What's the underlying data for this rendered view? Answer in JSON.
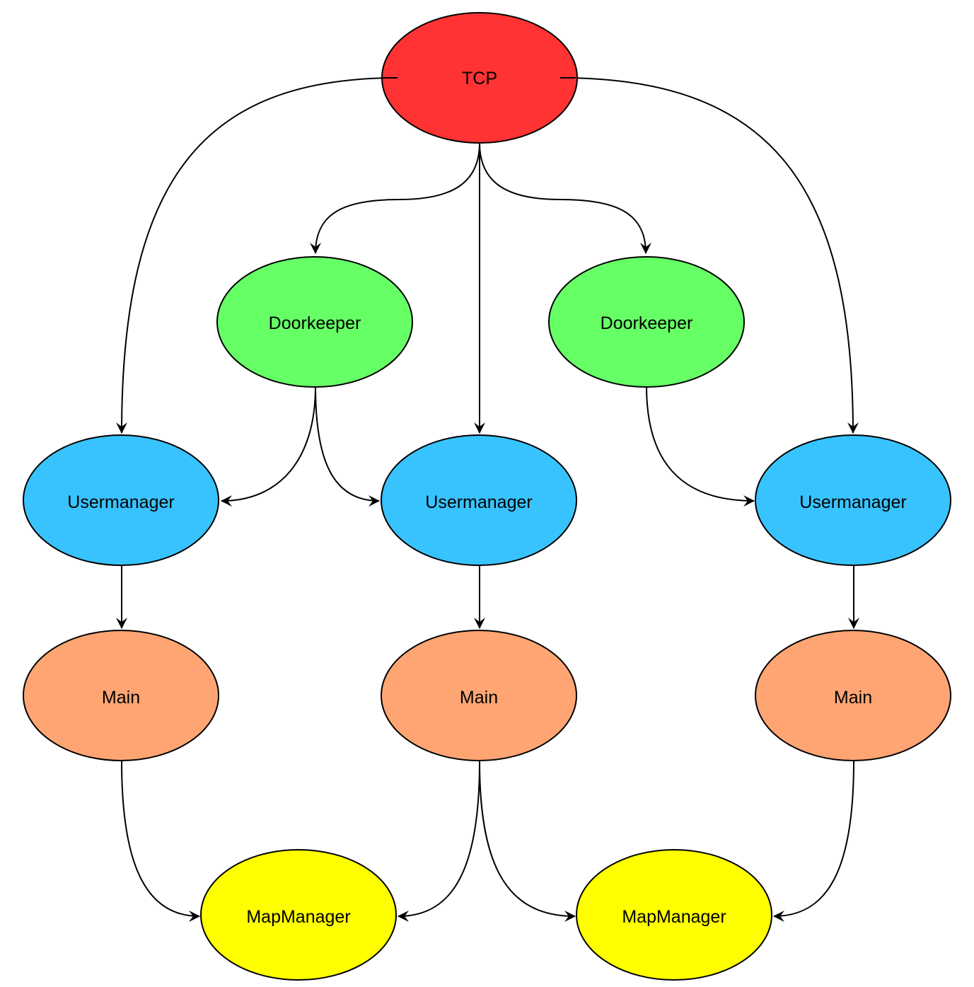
{
  "diagram": {
    "colors": {
      "tcp": "#ff3333",
      "doorkeeper": "#66ff66",
      "usermanager": "#38c3ff",
      "main": "#ffa574",
      "mapmanager": "#ffff00",
      "stroke": "#000000"
    },
    "nodes": {
      "tcp": {
        "label": "TCP",
        "color_key": "tcp"
      },
      "doorkeeper_1": {
        "label": "Doorkeeper",
        "color_key": "doorkeeper"
      },
      "doorkeeper_2": {
        "label": "Doorkeeper",
        "color_key": "doorkeeper"
      },
      "usermanager_1": {
        "label": "Usermanager",
        "color_key": "usermanager"
      },
      "usermanager_2": {
        "label": "Usermanager",
        "color_key": "usermanager"
      },
      "usermanager_3": {
        "label": "Usermanager",
        "color_key": "usermanager"
      },
      "main_1": {
        "label": "Main",
        "color_key": "main"
      },
      "main_2": {
        "label": "Main",
        "color_key": "main"
      },
      "main_3": {
        "label": "Main",
        "color_key": "main"
      },
      "mapmanager_1": {
        "label": "MapManager",
        "color_key": "mapmanager"
      },
      "mapmanager_2": {
        "label": "MapManager",
        "color_key": "mapmanager"
      }
    },
    "edges": [
      {
        "from": "tcp",
        "to": "usermanager_1"
      },
      {
        "from": "tcp",
        "to": "doorkeeper_1"
      },
      {
        "from": "tcp",
        "to": "usermanager_2"
      },
      {
        "from": "tcp",
        "to": "doorkeeper_2"
      },
      {
        "from": "tcp",
        "to": "usermanager_3"
      },
      {
        "from": "doorkeeper_1",
        "to": "usermanager_1"
      },
      {
        "from": "doorkeeper_1",
        "to": "usermanager_2"
      },
      {
        "from": "doorkeeper_2",
        "to": "usermanager_3"
      },
      {
        "from": "usermanager_1",
        "to": "main_1"
      },
      {
        "from": "usermanager_2",
        "to": "main_2"
      },
      {
        "from": "usermanager_3",
        "to": "main_3"
      },
      {
        "from": "main_1",
        "to": "mapmanager_1"
      },
      {
        "from": "main_2",
        "to": "mapmanager_1"
      },
      {
        "from": "main_2",
        "to": "mapmanager_2"
      },
      {
        "from": "main_3",
        "to": "mapmanager_2"
      }
    ]
  }
}
